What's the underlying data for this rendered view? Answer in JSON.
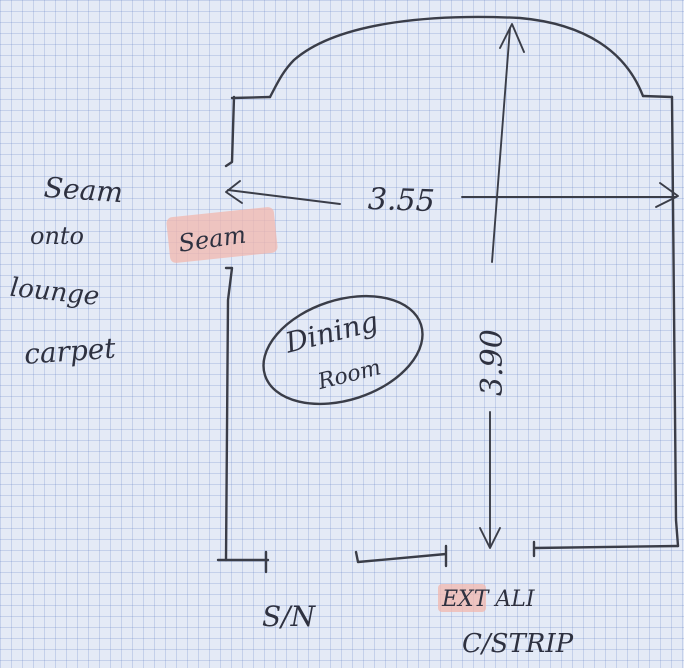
{
  "notes": {
    "seam_left_line1": "Seam",
    "seam_left_line2": "onto",
    "seam_left_line3": "lounge",
    "seam_left_line4": "carpet",
    "seam_tag": "Seam",
    "width_dim": "3.55",
    "length_dim": "3.90",
    "room_line1": "Dining",
    "room_line2": "Room",
    "bottom_left": "S/N",
    "bottom_right_line1": "EXT ALI",
    "bottom_right_line2": "C/STRIP"
  },
  "colors": {
    "paper": "#e4eaf6",
    "grid": "#8ca0d0",
    "ink": "#3a3d48",
    "highlighter": "#f2b7ad"
  }
}
